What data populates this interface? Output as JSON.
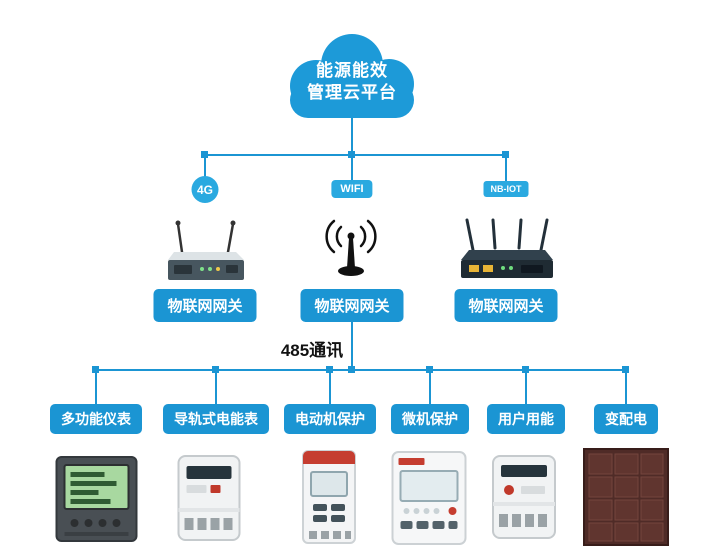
{
  "colors": {
    "primary_blue": "#1b95d3",
    "badge_blue": "#2aa9e0",
    "cloud_blue": "#1d9ad8",
    "bus_text": "#111111",
    "cabinet_maroon": "#4f2b27"
  },
  "cloud": {
    "line1": "能源能效",
    "line2": "管理云平台"
  },
  "connectivity": [
    {
      "label": "4G"
    },
    {
      "label": "WIFI"
    },
    {
      "label": "NB-IOT"
    }
  ],
  "gateways": [
    {
      "label": "物联网网关",
      "icon": "4g-router-icon"
    },
    {
      "label": "物联网网关",
      "icon": "wifi-antenna-icon"
    },
    {
      "label": "物联网网关",
      "icon": "nbiot-router-icon"
    }
  ],
  "bus": {
    "label": "485通讯"
  },
  "devices": [
    {
      "label": "多功能仪表",
      "icon": "multifunction-meter-icon"
    },
    {
      "label": "导轨式电能表",
      "icon": "din-rail-meter-icon"
    },
    {
      "label": "电动机保护",
      "icon": "motor-protection-icon"
    },
    {
      "label": "微机保护",
      "icon": "microcomputer-protection-icon"
    },
    {
      "label": "用户用能",
      "icon": "user-energy-meter-icon"
    },
    {
      "label": "变配电",
      "icon": "power-distribution-cabinet-icon"
    }
  ]
}
